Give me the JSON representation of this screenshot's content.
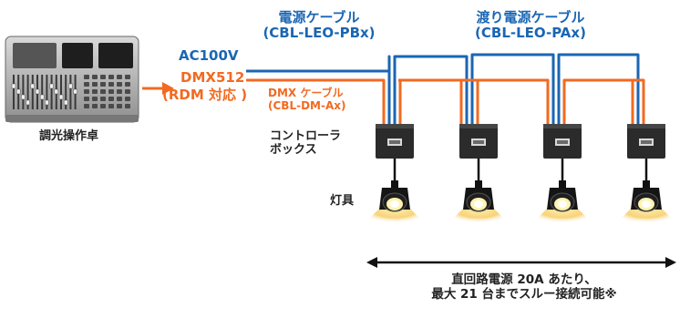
{
  "labels": {
    "power_cable": {
      "line1": "電源ケーブル",
      "line2": "(CBL-LEO-PBx)"
    },
    "jumper_power_cable": {
      "line1": "渡り電源ケーブル",
      "line2": "(CBL-LEO-PAx)"
    },
    "ac": "AC100V",
    "dmx": "DMX512",
    "rdm": "(RDM 対応 )",
    "dmx_cable": {
      "line1": "DMX ケーブル",
      "line2": "(CBL-DM-Ax)"
    },
    "console": "調光操作卓",
    "control_box": {
      "line1": "コントローラ",
      "line2": "ボックス"
    },
    "fixture": "灯具",
    "note": {
      "line1": "直回路電源 20A あたり、",
      "line2": "最大 21 台までスルー接続可能※"
    }
  },
  "colors": {
    "power": "#1a66b3",
    "dmx": "#f26a21",
    "box": "#2b2b2b",
    "text": "#222222"
  },
  "units": [
    1,
    2,
    3,
    4
  ]
}
